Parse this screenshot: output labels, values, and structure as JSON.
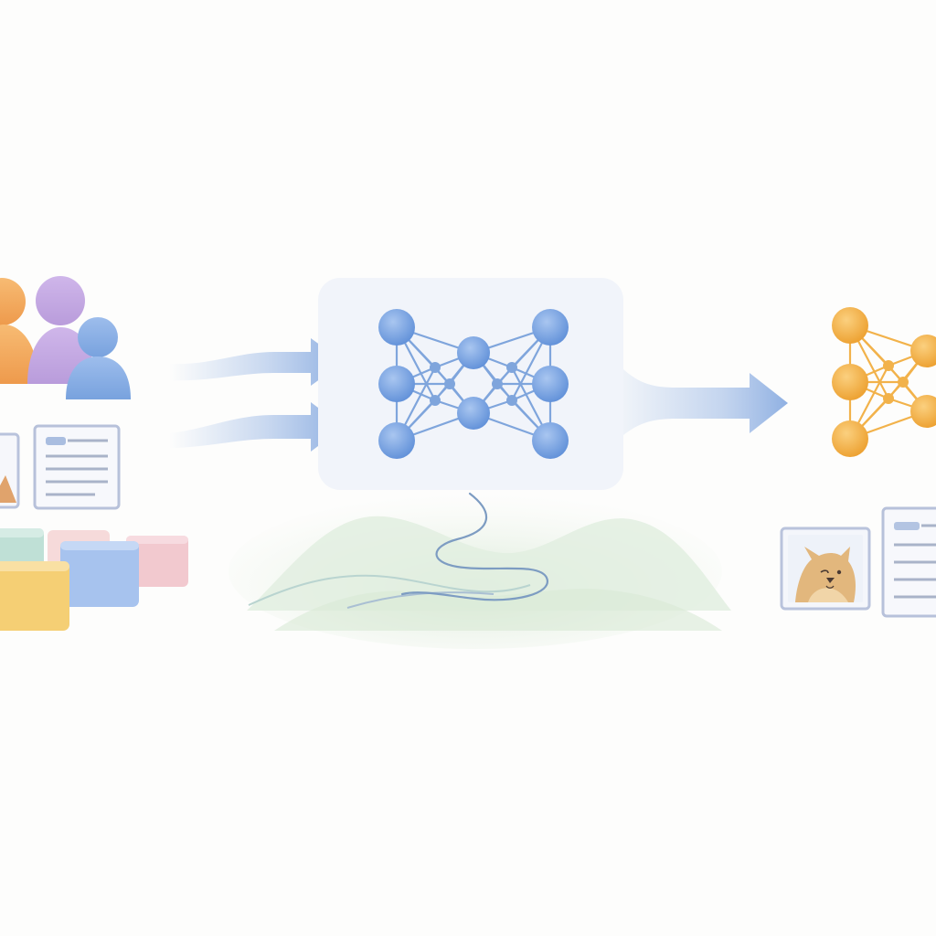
{
  "diagram": {
    "flow": [
      "input-group",
      "model",
      "output-group"
    ],
    "input": {
      "people_icons": [
        "person-icon-orange",
        "person-icon-purple",
        "person-icon-blue"
      ],
      "documents": [
        "image-card-icon",
        "text-document-icon"
      ],
      "data_blocks": [
        "data-block-green",
        "data-block-pink-back",
        "data-block-blue",
        "data-block-pink",
        "data-block-yellow"
      ]
    },
    "model": {
      "icon": "neural-network-icon",
      "layers": [
        3,
        2,
        3
      ],
      "decoration": "landscape-hills-icon"
    },
    "output": {
      "icon": "neural-network-icon",
      "results": [
        "cat-image-icon",
        "text-document-icon"
      ]
    }
  },
  "colors": {
    "background": "#fdfdfc",
    "model_box": "#f1f4fa",
    "arrow": "#9fbbe6",
    "node_blue": "#6f9be0",
    "edge_blue": "#7fa5dc",
    "node_orange": "#f0a93c",
    "edge_orange": "#f2b24a",
    "person_orange": "#f2a65a",
    "person_purple": "#c4a8e0",
    "person_blue": "#86ace2",
    "card_border": "#b9c3dc",
    "hills": "#dcebd9",
    "cat": "#e2b77d"
  }
}
